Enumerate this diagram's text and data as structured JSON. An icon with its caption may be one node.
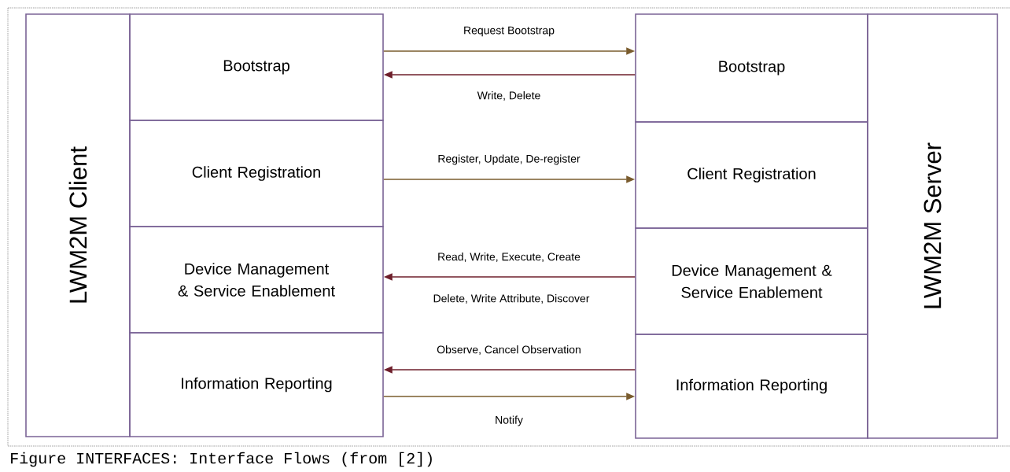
{
  "diagram": {
    "caption": "Figure INTERFACES: Interface Flows (from [2])",
    "nodes": [
      {
        "text": [
          "LWM2M Client"
        ]
      },
      {
        "text": [
          "Bootstrap"
        ]
      },
      {
        "text": [
          "Client Registration"
        ]
      },
      {
        "text": [
          "Device Management & Service Enablement"
        ]
      },
      {
        "text": [
          "Information Reporting"
        ]
      },
      {
        "text": [
          "LWM2M Server"
        ]
      },
      {
        "text": [
          "Bootstrap"
        ]
      },
      {
        "text": [
          "Client Registration"
        ]
      },
      {
        "text": [
          "Device Management & Service Enablement"
        ]
      },
      {
        "text": [
          "Information Reporting"
        ]
      }
    ],
    "edges": [
      {
        "from": 1,
        "to": 6,
        "arrow": "to",
        "label": "Request Bootstrap",
        "color": "#7a5c2e"
      },
      {
        "from": 6,
        "to": 1,
        "arrow": "to",
        "label": "Write, Delete",
        "color": "#6e1f2b"
      },
      {
        "from": 2,
        "to": 7,
        "arrow": "to",
        "label": "Register, Update, De-register",
        "color": "#7a5c2e"
      },
      {
        "from": 8,
        "to": 3,
        "arrow": "to",
        "label": "Read, Write, Execute, Create",
        "color": "#6e1f2b"
      },
      {
        "from": 9,
        "to": 4,
        "arrow": "to",
        "label": "Observe, Cancel Observation",
        "color": "#6e1f2b"
      },
      {
        "from": 4,
        "to": 9,
        "arrow": "to",
        "label": "Notify",
        "color": "#7a5c2e"
      }
    ],
    "labels": [
      "Delete, Write Attribute, Discover"
    ]
  }
}
